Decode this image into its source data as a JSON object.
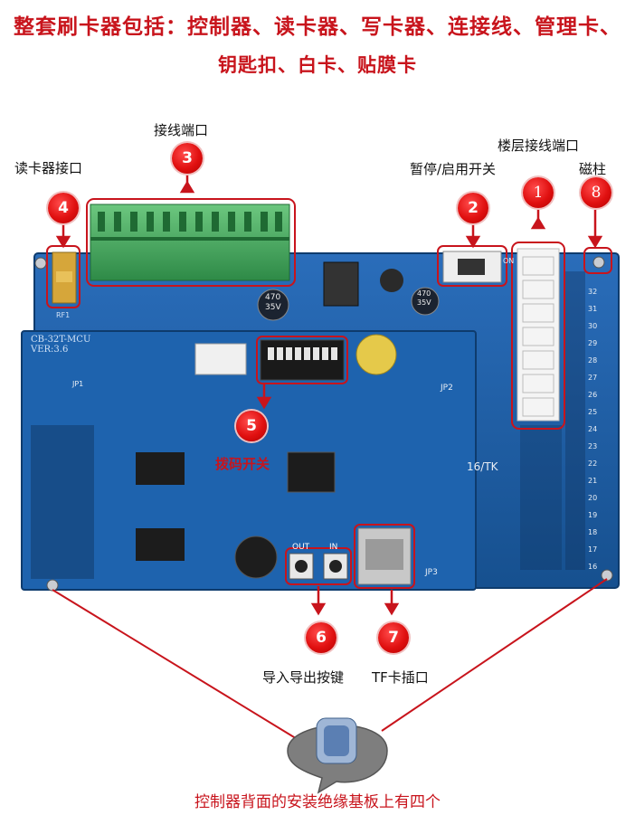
{
  "headline": {
    "line1": "整套刷卡器包括：控制器、读卡器、写卡器、连接线、管理卡、",
    "line2": "钥匙扣、白卡、贴膜卡"
  },
  "board": {
    "model": "CB-32T-MCU",
    "version": "VER:3.6",
    "on_mark": "ON",
    "right_mark": "16/TK",
    "jp2": "JP2",
    "jp3": "JP3",
    "jp1": "JP1",
    "ant": "RF1",
    "out_label": "OUT",
    "in_label": "IN",
    "cap1": "470",
    "cap1b": "35V",
    "cap2": "470",
    "cap2b": "35V",
    "port_numbers": [
      "32",
      "31",
      "30",
      "29",
      "28",
      "27",
      "26",
      "25",
      "24",
      "23",
      "22",
      "21",
      "20",
      "19",
      "18",
      "17",
      "16"
    ]
  },
  "callouts": [
    {
      "num": "1",
      "label": "楼层接线端口"
    },
    {
      "num": "2",
      "label": "暂停/启用开关"
    },
    {
      "num": "3",
      "label": "接线端口"
    },
    {
      "num": "4",
      "label": "读卡器接口"
    },
    {
      "num": "5",
      "label": "拨码开关"
    },
    {
      "num": "6",
      "label": "导入导出按键"
    },
    {
      "num": "7",
      "label": "TF卡插口"
    },
    {
      "num": "8",
      "label": "磁柱"
    }
  ],
  "bottom_note": "控制器背面的安装绝缘基板上有四个",
  "colors": {
    "accent": "#c8141c",
    "pcb": "#1d5fa8",
    "pcb_dark": "#174b87",
    "terminal": "#3fa85a"
  }
}
